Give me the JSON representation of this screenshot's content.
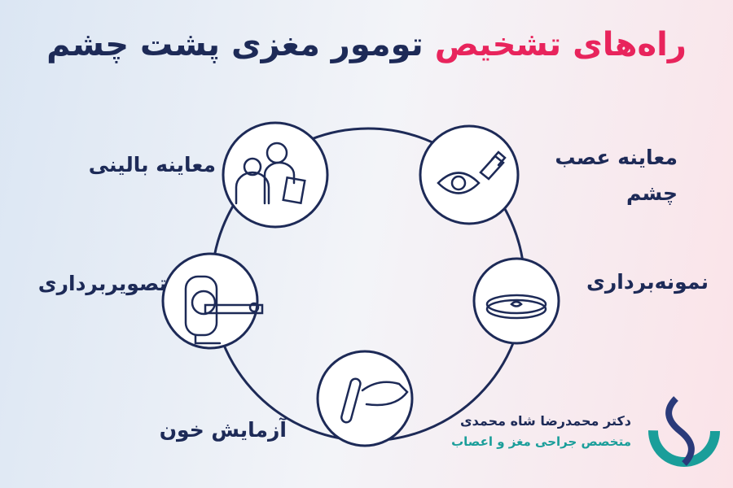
{
  "title": {
    "part1": "راه‌های تشخیص",
    "part2": "تومور مغزی پشت چشم"
  },
  "colors": {
    "navy": "#1d2a57",
    "accent": "#e8245c",
    "teal": "#1a9e9a"
  },
  "steps": [
    {
      "label": "معاینه بالینی",
      "icon": "doctor-patient-icon"
    },
    {
      "label_line1": "معاینه عصب",
      "label_line2": "چشم",
      "icon": "eye-flashlight-icon"
    },
    {
      "label": "نمونه‌برداری",
      "icon": "petri-dish-icon"
    },
    {
      "label": "آزمایش خون",
      "icon": "blood-test-tube-icon"
    },
    {
      "label": "تصویربرداری",
      "icon": "mri-scanner-icon"
    }
  ],
  "brand": {
    "name": "دکتر محمدرضا شاه محمدی",
    "subtitle": "متخصص جراحی مغز و اعصاب"
  }
}
